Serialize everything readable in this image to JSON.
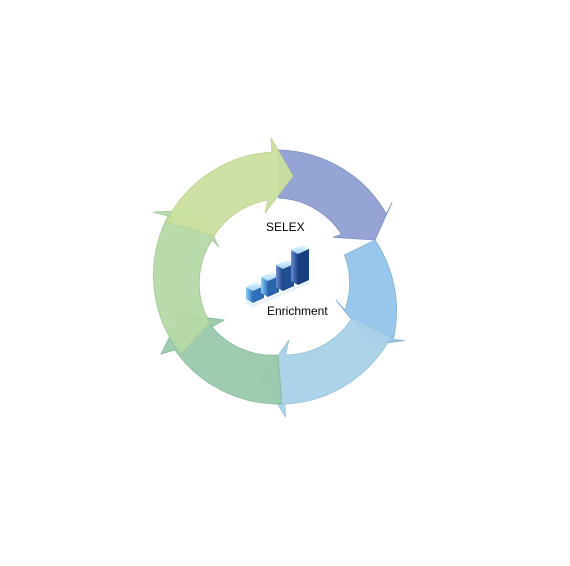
{
  "diagram": {
    "title": "SELEX",
    "subtitle": "Enrichment",
    "center_icon": "bar-chart-growth-icon",
    "cycle_arrow_count": 6,
    "segment_colors": [
      "#8f9fd3",
      "#93c4ea",
      "#a9d1e8",
      "#99c9ad",
      "#b5d8a5",
      "#cadf9f"
    ]
  }
}
